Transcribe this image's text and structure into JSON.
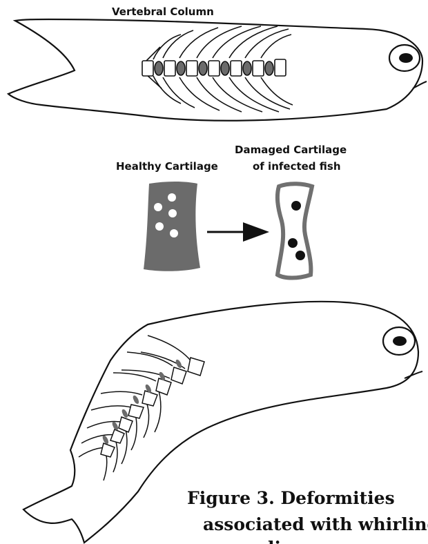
{
  "labels": {
    "vertebral_column": "Vertebral Column",
    "healthy_cartilage": "Healthy Cartilage",
    "damaged_cartilage_line1": "Damaged Cartilage",
    "damaged_cartilage_line2": "of infected fish"
  },
  "caption": {
    "line1": "Figure 3. Deformities",
    "line2": "associated with whirling",
    "line3": "disease"
  },
  "colors": {
    "outline": "#111111",
    "cartilage": "#6b6b6b",
    "damaged_border": "#707070",
    "background": "#ffffff"
  }
}
